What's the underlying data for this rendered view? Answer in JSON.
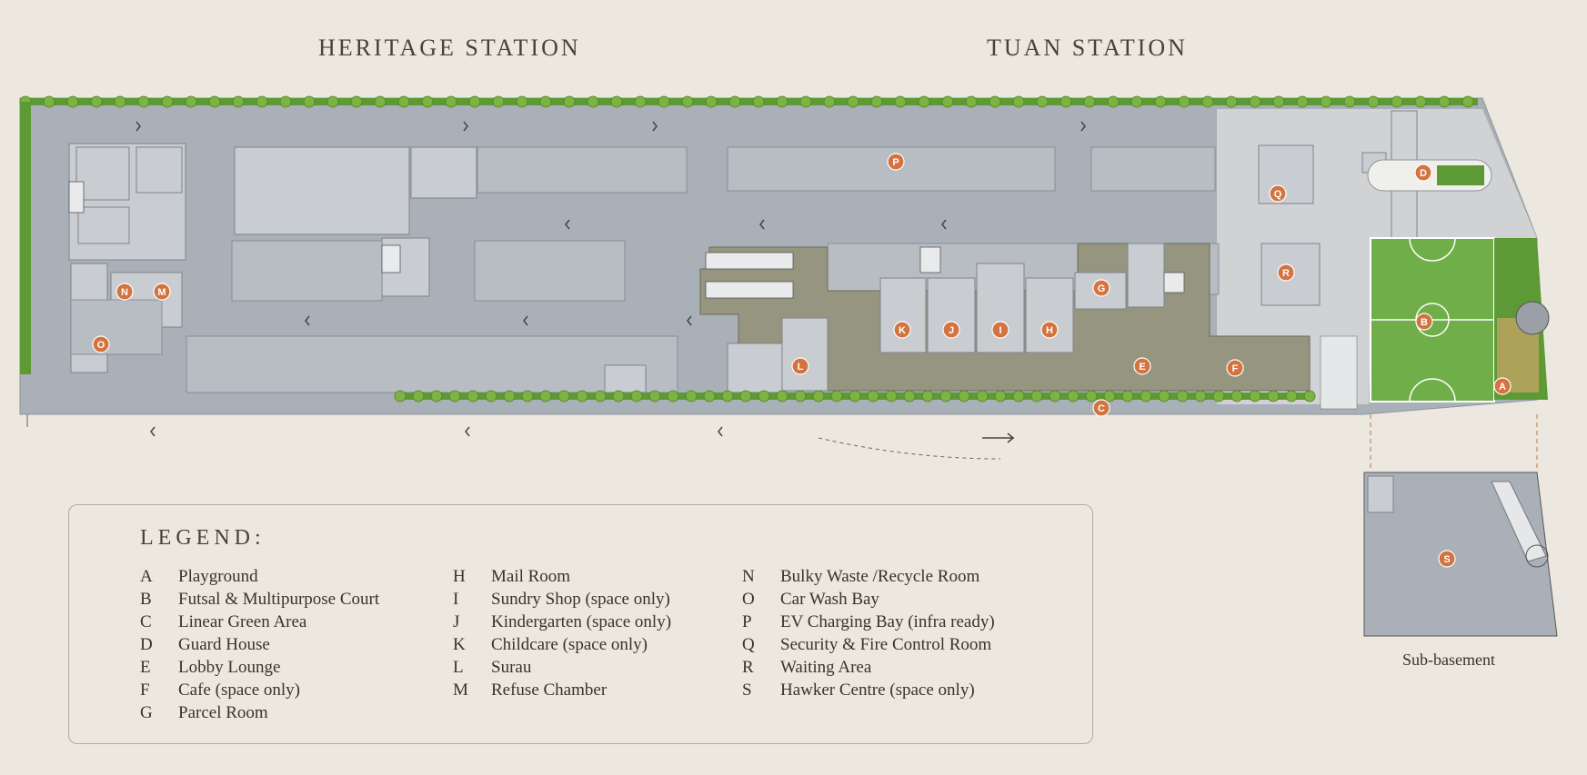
{
  "stations": {
    "heritage": "HERITAGE STATION",
    "tuan": "TUAN STATION"
  },
  "legend": {
    "title": "LEGEND:",
    "items": [
      {
        "key": "A",
        "label": "Playground"
      },
      {
        "key": "B",
        "label": "Futsal & Multipurpose Court"
      },
      {
        "key": "C",
        "label": "Linear Green Area"
      },
      {
        "key": "D",
        "label": "Guard House"
      },
      {
        "key": "E",
        "label": "Lobby Lounge"
      },
      {
        "key": "F",
        "label": "Cafe (space only)"
      },
      {
        "key": "G",
        "label": "Parcel Room"
      },
      {
        "key": "H",
        "label": "Mail Room"
      },
      {
        "key": "I",
        "label": "Sundry Shop (space only)"
      },
      {
        "key": "J",
        "label": "Kindergarten (space only)"
      },
      {
        "key": "K",
        "label": "Childcare (space only)"
      },
      {
        "key": "L",
        "label": "Surau"
      },
      {
        "key": "M",
        "label": "Refuse Chamber"
      },
      {
        "key": "N",
        "label": "Bulky Waste /Recycle Room"
      },
      {
        "key": "O",
        "label": "Car Wash Bay"
      },
      {
        "key": "P",
        "label": "EV Charging Bay (infra ready)"
      },
      {
        "key": "Q",
        "label": "Security & Fire Control Room"
      },
      {
        "key": "R",
        "label": "Waiting Area"
      },
      {
        "key": "S",
        "label": "Hawker Centre (space only)"
      }
    ]
  },
  "sub_basement": {
    "label": "Sub-basement"
  },
  "colors": {
    "background": "#ece8df",
    "road": "#a9b0b8",
    "building": "#c9ccd0",
    "lobby": "#96957f",
    "court": "#6fae48",
    "hedge": "#5d9a35",
    "marker": "#d3733f"
  }
}
